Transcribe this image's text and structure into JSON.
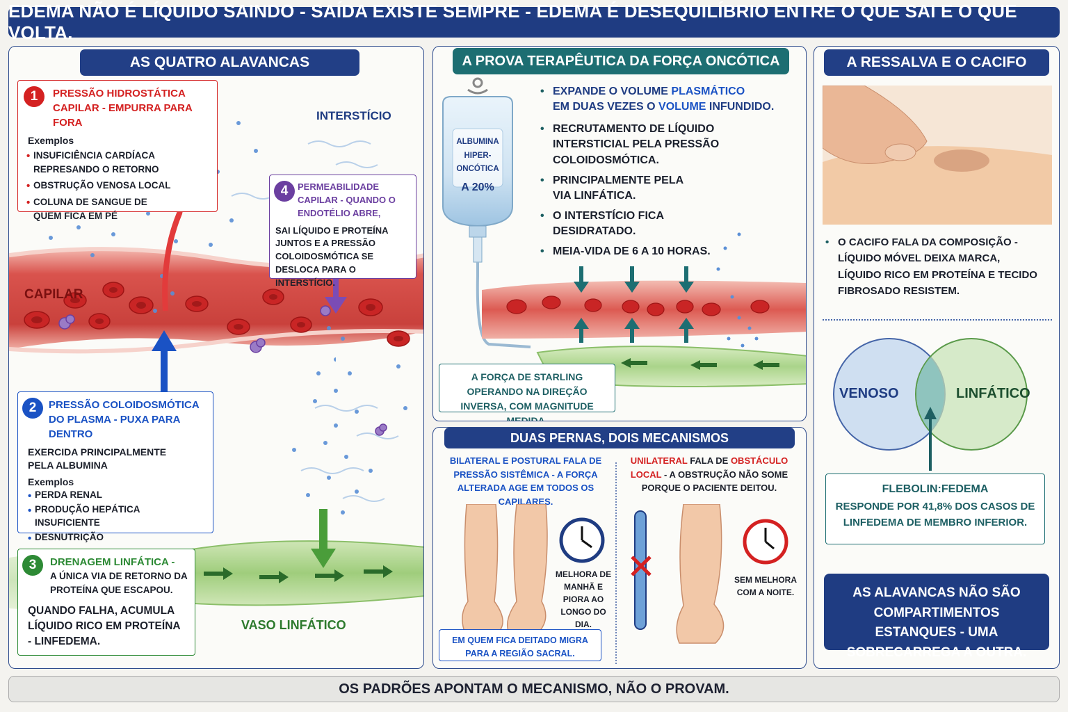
{
  "header": {
    "title": "EDEMA NÃO É LÍQUIDO SAINDO - SAÍDA EXISTE SEMPRE - EDEMA É DESEQUILÍBRIO ENTRE O QUE SAI E O QUE VOLTA."
  },
  "left": {
    "title": "AS QUATRO ALAVANCAS",
    "interstitium": "INTERSTÍCIO",
    "capillary": "CAPILAR",
    "lymph_vessel": "VASO LINFÁTICO",
    "lever1": {
      "num": "1",
      "title_a": "PRESSÃO HIDROSTÁTICA",
      "title_b": "CAPILAR - EMPURRA PARA FORA",
      "examples_label": "Exemplos",
      "items": [
        "INSUFICIÊNCIA CARDÍACA REPRESANDO O RETORNO",
        "OBSTRUÇÃO VENOSA LOCAL",
        "COLUNA DE SANGUE DE QUEM FICA EM PÉ"
      ]
    },
    "lever2": {
      "num": "2",
      "title_a": "PRESSÃO COLOIDOSMÓTICA",
      "title_b": "DO PLASMA - PUXA PARA DENTRO",
      "desc": "EXERCIDA PRINCIPALMENTE PELA ALBUMINA",
      "examples_label": "Exemplos",
      "items": [
        "PERDA RENAL",
        "PRODUÇÃO HEPÁTICA INSUFICIENTE",
        "DESNUTRIÇÃO"
      ]
    },
    "lever3": {
      "num": "3",
      "title": "DRENAGEM LINFÁTICA -",
      "desc": "A ÚNICA VIA DE RETORNO DA PROTEÍNA QUE ESCAPOU.",
      "note": "QUANDO FALHA, ACUMULA LÍQUIDO RICO EM PROTEÍNA - LINFEDEMA."
    },
    "lever4": {
      "num": "4",
      "title": "PERMEABILIDADE CAPILAR - QUANDO O ENDOTÉLIO ABRE,",
      "desc": "SAI LÍQUIDO E PROTEÍNA JUNTOS E A PRESSÃO COLOIDOSMÓTICA SE DESLOCA PARA O INTERSTÍCIO."
    }
  },
  "middle_top": {
    "title": "A PROVA TERAPÊUTICA DA FORÇA ONCÓTICA",
    "bag_label": "ALBUMINA HIPER-ONCÓTICA",
    "bag_conc": "A 20%",
    "b1_pre": "EXPANDE O VOLUME ",
    "b1_hl": "PLASMÁTICO",
    "b1_mid": "EM DUAS VEZES O ",
    "b1_hl2": "VOLUME",
    "b1_post": " INFUNDIDO.",
    "b2": "RECRUTAMENTO DE LÍQUIDO INTERSTICIAL PELA PRESSÃO COLOIDOSMÓTICA.",
    "b3": "PRINCIPALMENTE PELA VIA LINFÁTICA.",
    "b4": "O INTERSTÍCIO FICA DESIDRATADO.",
    "b5": "MEIA-VIDA DE 6 A 10 HORAS.",
    "starling": "A FORÇA DE STARLING OPERANDO NA DIREÇÃO INVERSA, COM MAGNITUDE MEDIDA."
  },
  "middle_bottom": {
    "title": "DUAS PERNAS, DOIS MECANISMOS",
    "left_text": "BILATERAL E POSTURAL FALA DE PRESSÃO SISTÊMICA - A FORÇA ALTERADA AGE EM TODOS OS CAPILARES.",
    "left_clock": "MELHORA DE MANHÃ E PIORA AO LONGO DO DIA.",
    "left_note": "EM QUEM FICA DEITADO MIGRA PARA A REGIÃO SACRAL.",
    "right_hl1": "UNILATERAL",
    "right_t1": " FALA DE ",
    "right_hl2": "OBSTÁCULO LOCAL",
    "right_t2": " - A OBSTRUÇÃO NÃO SOME PORQUE O PACIENTE DEITOU.",
    "right_clock": "SEM MELHORA COM A NOITE."
  },
  "right": {
    "title": "A RESSALVA E O CACIFO",
    "cacifo": "O CACIFO FALA DA COMPOSIÇÃO - LÍQUIDO MÓVEL DEIXA MARCA, LÍQUIDO RICO EM PROTEÍNA E TECIDO FIBROSADO RESISTEM.",
    "venn_left": "VENOSO",
    "venn_right": "LINFÁTICO",
    "study_title": "FLEBOLIN:FEDEMA",
    "study_text": "RESPONDE POR 41,8% DOS CASOS DE LINFEDEMA DE MEMBRO INFERIOR.",
    "closing": "AS ALAVANCAS NÃO SÃO COMPARTIMENTOS ESTANQUES - UMA SOBRECARREGA A OUTRA."
  },
  "footer": {
    "text": "OS PADRÕES APONTAM O MECANISMO, NÃO O PROVAM."
  },
  "colors": {
    "navy": "#223f86",
    "teal": "#1d6e72",
    "red": "#d42121",
    "blue": "#1a52c4",
    "green": "#2d8a35",
    "purple": "#6b3fa0"
  },
  "icons": [
    "red-blood-cell-icon",
    "protein-icon",
    "arrow-up-icon",
    "arrow-down-icon",
    "clock-icon",
    "cross-icon",
    "iv-bag-icon"
  ]
}
